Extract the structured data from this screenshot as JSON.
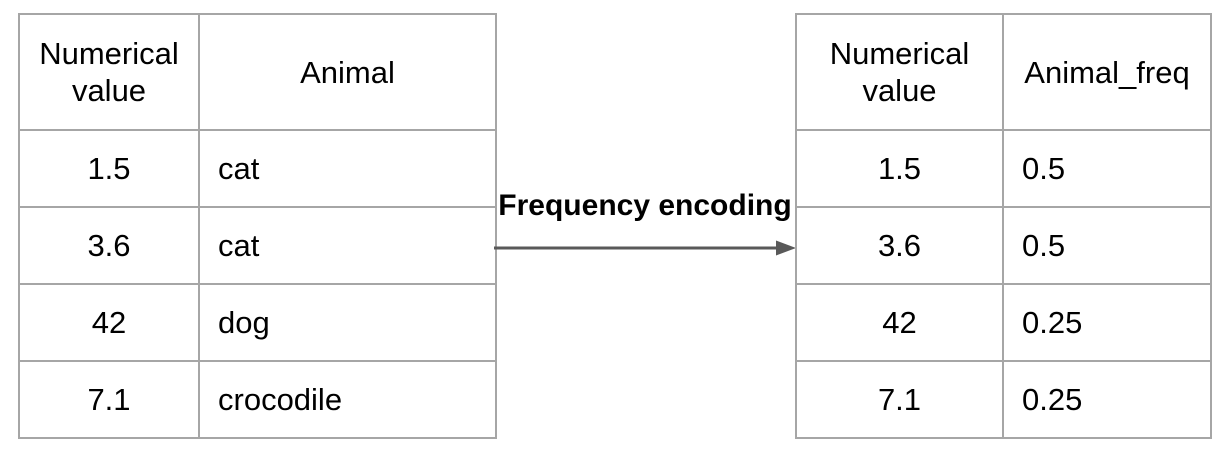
{
  "arrow": {
    "label": "Frequency encoding"
  },
  "left_table": {
    "headers": [
      "Numerical value",
      "Animal"
    ],
    "rows": [
      [
        "1.5",
        "cat"
      ],
      [
        "3.6",
        "cat"
      ],
      [
        "42",
        "dog"
      ],
      [
        "7.1",
        "crocodile"
      ]
    ]
  },
  "right_table": {
    "headers": [
      "Numerical value",
      "Animal_freq"
    ],
    "rows": [
      [
        "1.5",
        "0.5"
      ],
      [
        "3.6",
        "0.5"
      ],
      [
        "42",
        "0.25"
      ],
      [
        "7.1",
        "0.25"
      ]
    ]
  },
  "colors": {
    "background": "#ffffff",
    "table_border": "#a6a6a6",
    "arrow": "#595959",
    "text": "#000000"
  }
}
